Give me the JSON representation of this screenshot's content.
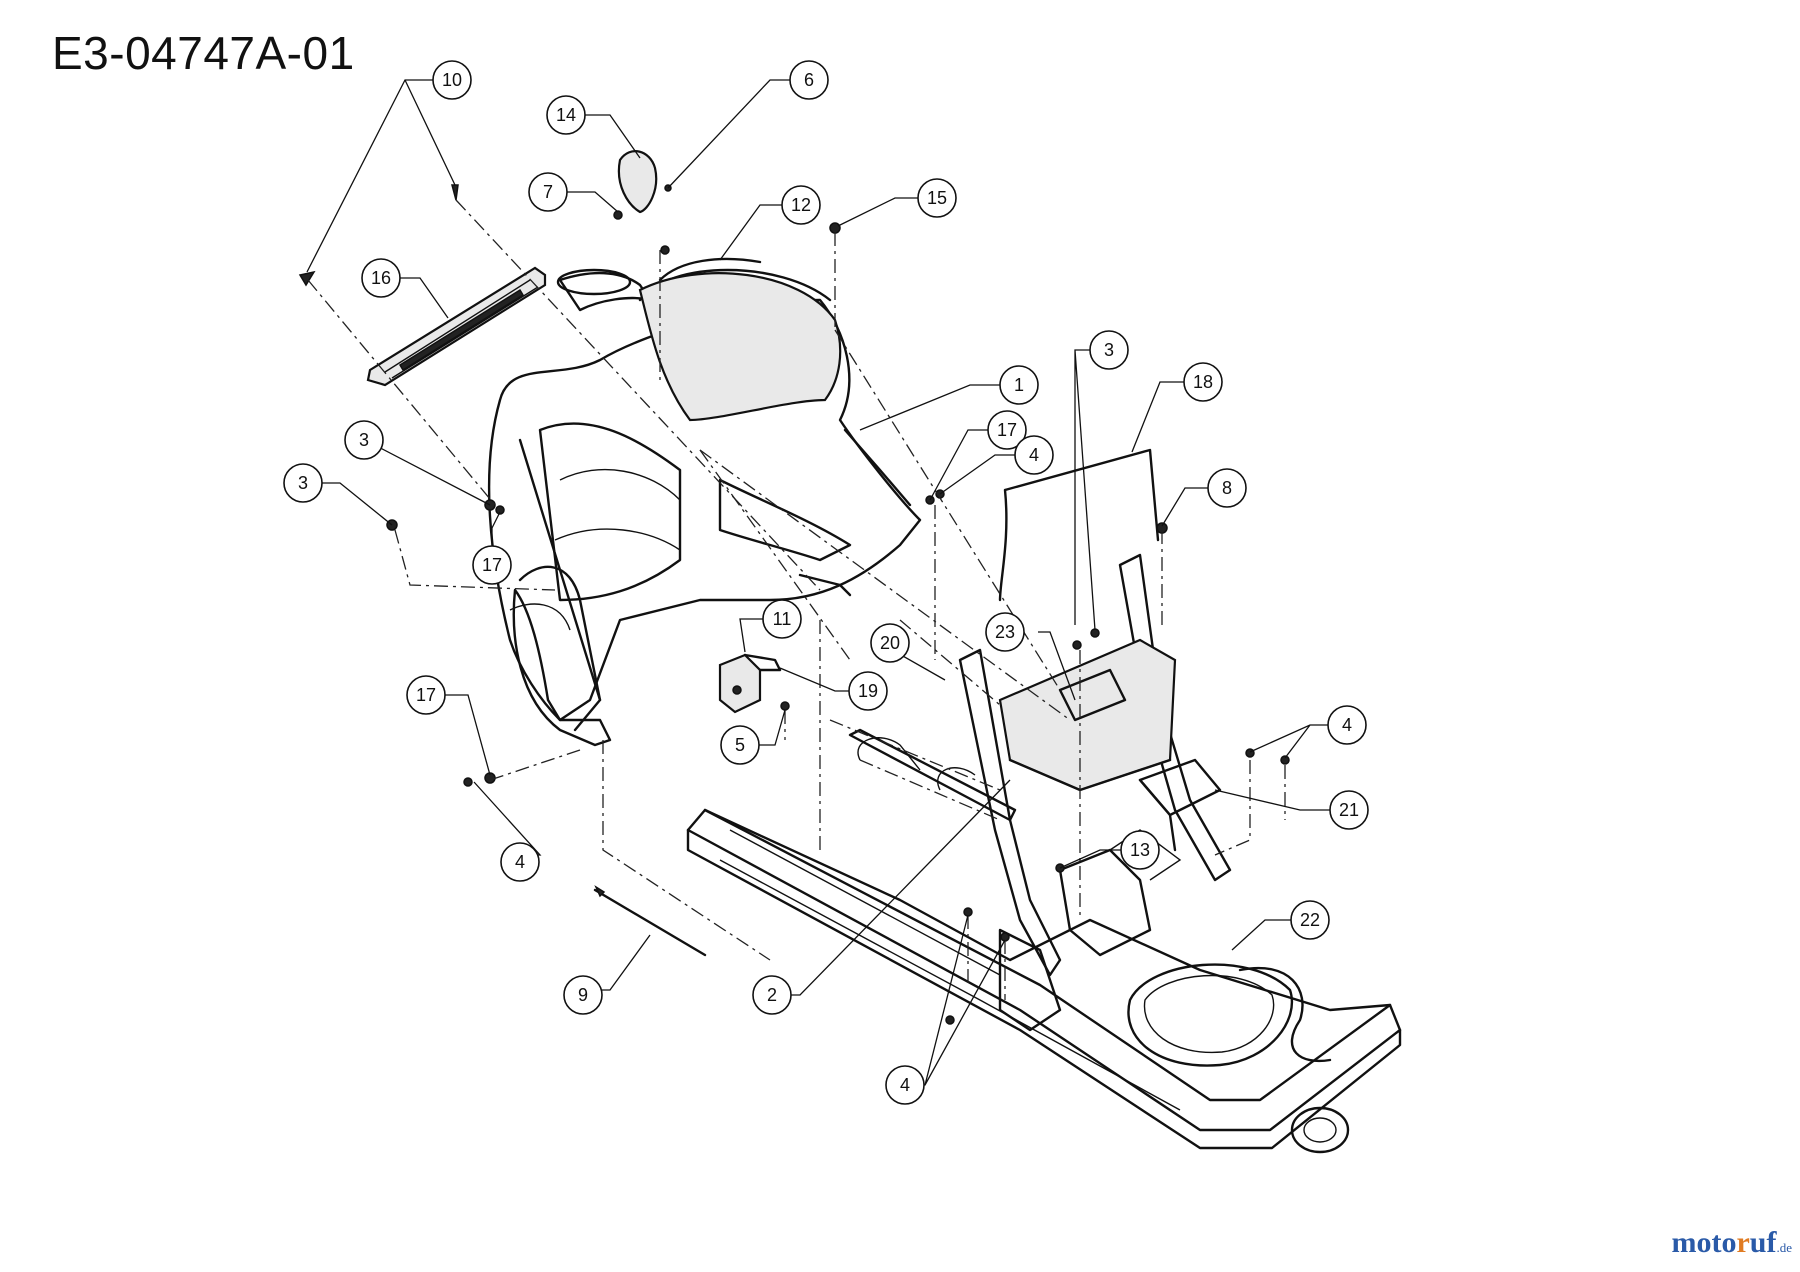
{
  "diagram": {
    "title": "E3-04747A-01",
    "watermark": {
      "part_a": "moto",
      "part_b": "r",
      "part_c": "uf",
      "tld": ".de"
    },
    "callouts": [
      {
        "id": "c10",
        "label": "10"
      },
      {
        "id": "c6",
        "label": "6"
      },
      {
        "id": "c14",
        "label": "14"
      },
      {
        "id": "c7",
        "label": "7"
      },
      {
        "id": "c12",
        "label": "12"
      },
      {
        "id": "c15",
        "label": "15"
      },
      {
        "id": "c16",
        "label": "16"
      },
      {
        "id": "c1",
        "label": "1"
      },
      {
        "id": "c3a",
        "label": "3"
      },
      {
        "id": "c18",
        "label": "18"
      },
      {
        "id": "c17a",
        "label": "17"
      },
      {
        "id": "c4a",
        "label": "4"
      },
      {
        "id": "c3b",
        "label": "3"
      },
      {
        "id": "c8",
        "label": "8"
      },
      {
        "id": "c3c",
        "label": "3"
      },
      {
        "id": "c17b",
        "label": "17"
      },
      {
        "id": "c11",
        "label": "11"
      },
      {
        "id": "c20",
        "label": "20"
      },
      {
        "id": "c23",
        "label": "23"
      },
      {
        "id": "c19",
        "label": "19"
      },
      {
        "id": "c17c",
        "label": "17"
      },
      {
        "id": "c5",
        "label": "5"
      },
      {
        "id": "c4b",
        "label": "4"
      },
      {
        "id": "c21",
        "label": "21"
      },
      {
        "id": "c4c",
        "label": "4"
      },
      {
        "id": "c13",
        "label": "13"
      },
      {
        "id": "c22",
        "label": "22"
      },
      {
        "id": "c9",
        "label": "9"
      },
      {
        "id": "c2",
        "label": "2"
      },
      {
        "id": "c4d",
        "label": "4"
      }
    ]
  }
}
